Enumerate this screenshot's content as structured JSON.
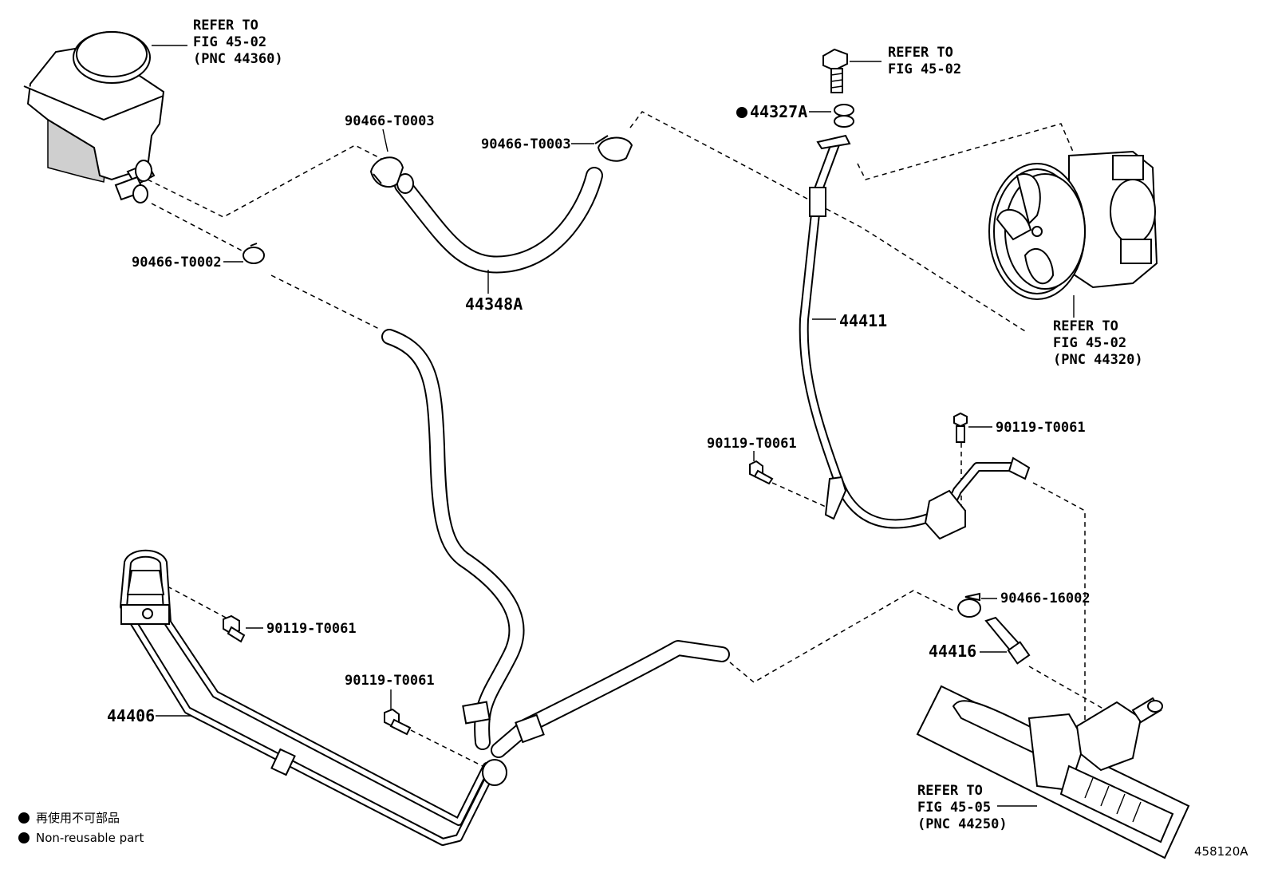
{
  "callouts": {
    "reservoir_ref": [
      "REFER TO",
      "FIG 45-02",
      "(PNC 44360)"
    ],
    "bolt_ref": [
      "REFER TO",
      "FIG 45-02"
    ],
    "pump_ref": [
      "REFER TO",
      "FIG 45-02",
      "(PNC 44320)"
    ],
    "gear_ref": [
      "REFER TO",
      "FIG 45-05",
      "(PNC 44250)"
    ]
  },
  "parts": {
    "clamp_upper_left": "90466-T0003",
    "clamp_upper_right": "90466-T0003",
    "clamp_reservoir": "90466-T0002",
    "hose_upper": "44348A",
    "gasket": "44327A",
    "pressure_tube": "44411",
    "bolt_mid_left": "90119-T0061",
    "bolt_mid_right": "90119-T0061",
    "bolt_lower_left": "90119-T0061",
    "bolt_lower_mid": "90119-T0061",
    "clamp_lower_right": "90466-16002",
    "union": "44416",
    "return_tube": "44406"
  },
  "legend": {
    "line_jp": "再使用不可部品",
    "line_en": "Non-reusable part"
  },
  "figure_id": "458120A"
}
